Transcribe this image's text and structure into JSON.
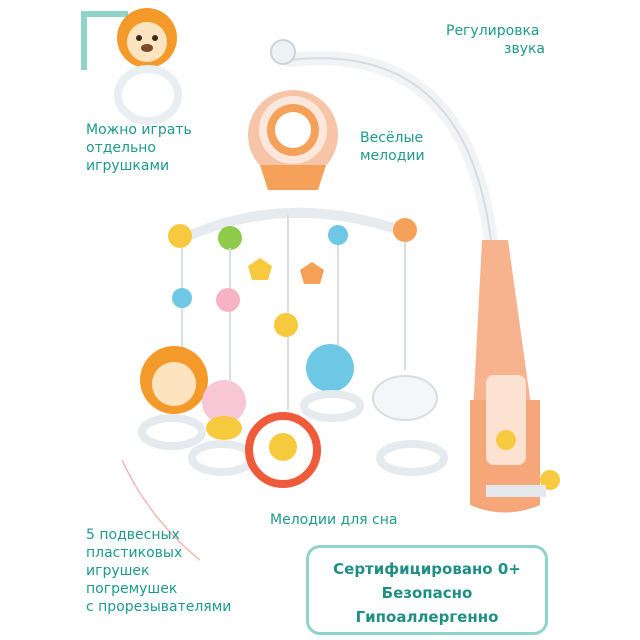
{
  "labels": {
    "volume": [
      "Регулировка",
      "звука"
    ],
    "play_separately": [
      "Можно играть",
      "отдельно",
      "игрушками"
    ],
    "melodies": [
      "Весёлые",
      "мелодии"
    ],
    "sleep_melodies": "Мелодии для сна",
    "toys": [
      "5 подвесных",
      "пластиковых",
      "игрушек",
      "погремушек",
      "с прорезывателями"
    ]
  },
  "badge": {
    "lines": [
      "Сертифицировано 0+",
      "Безопасно",
      "Гипоаллергенно"
    ]
  },
  "colors": {
    "text": "#1e9a8c",
    "badge_border": "#8fd4c9",
    "orange": "#f5a15a",
    "peach": "#f7b38d",
    "blue": "#6fc7e6",
    "yellow": "#f7c93f",
    "green": "#8ecb4a"
  },
  "icons": [
    "lion-rattle",
    "elephant-rattle",
    "bee-rattle",
    "duck-ring",
    "lamb-rattle",
    "projector-box",
    "mobile-arm"
  ]
}
